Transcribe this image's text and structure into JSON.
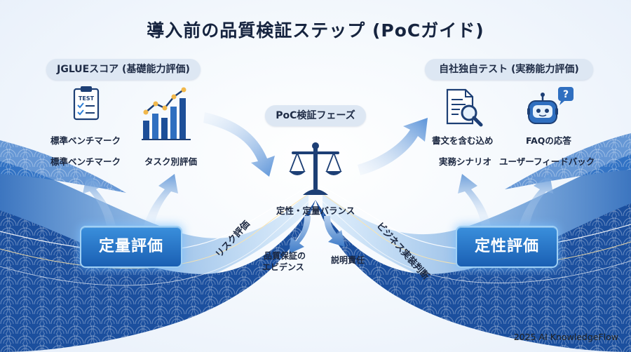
{
  "title": "導入前の品質検証ステップ (PoCガイド)",
  "left": {
    "pill": "JGLUEスコア (基礎能力評価)",
    "icon1_label": "標準ベンチマーク",
    "icon2_label": "",
    "label1": "標準ベンチマーク",
    "label2": "タスク別評価",
    "button": "定量評価",
    "test_badge": "TEST"
  },
  "center": {
    "pill": "PoC検証フェーズ",
    "balance": "定性・定量バランス",
    "sub1_line1": "品質保証の",
    "sub1_line2": "エビデンス",
    "sub2": "説明責任",
    "diag_left": "リスク評価",
    "diag_right": "ビジネス実装判断"
  },
  "right": {
    "pill": "自社独自テスト (実務能力評価)",
    "icon1_label": "書文を含む込め",
    "icon2_label": "FAQの応答",
    "label1": "実務シナリオ",
    "label2": "ユーザーフィードバック",
    "button": "定性評価",
    "question_mark": "?"
  },
  "footer": "2025 AI KnowledgeFlow",
  "colors": {
    "deep_blue": "#1a4f9c",
    "accent": "#2f7fd6",
    "light_blue": "#9fd0f5"
  }
}
